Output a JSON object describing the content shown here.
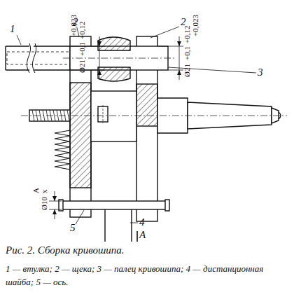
{
  "diagram": {
    "caption": "Рис. 2. Сборка кривошипа.",
    "labels": [
      "1",
      "2",
      "2",
      "3",
      "4",
      "5",
      "A",
      "Ø21",
      "+0,023",
      "+0,1",
      "+0,12",
      "Ø21",
      "+0,023",
      "+0,1",
      "+0,12",
      "Ø10",
      "A",
      "x",
      "1 — втулка; 2 — щека; 3 — палец кривошипа; 4 — дистанционная шайба; 5 — ось."
    ]
  }
}
